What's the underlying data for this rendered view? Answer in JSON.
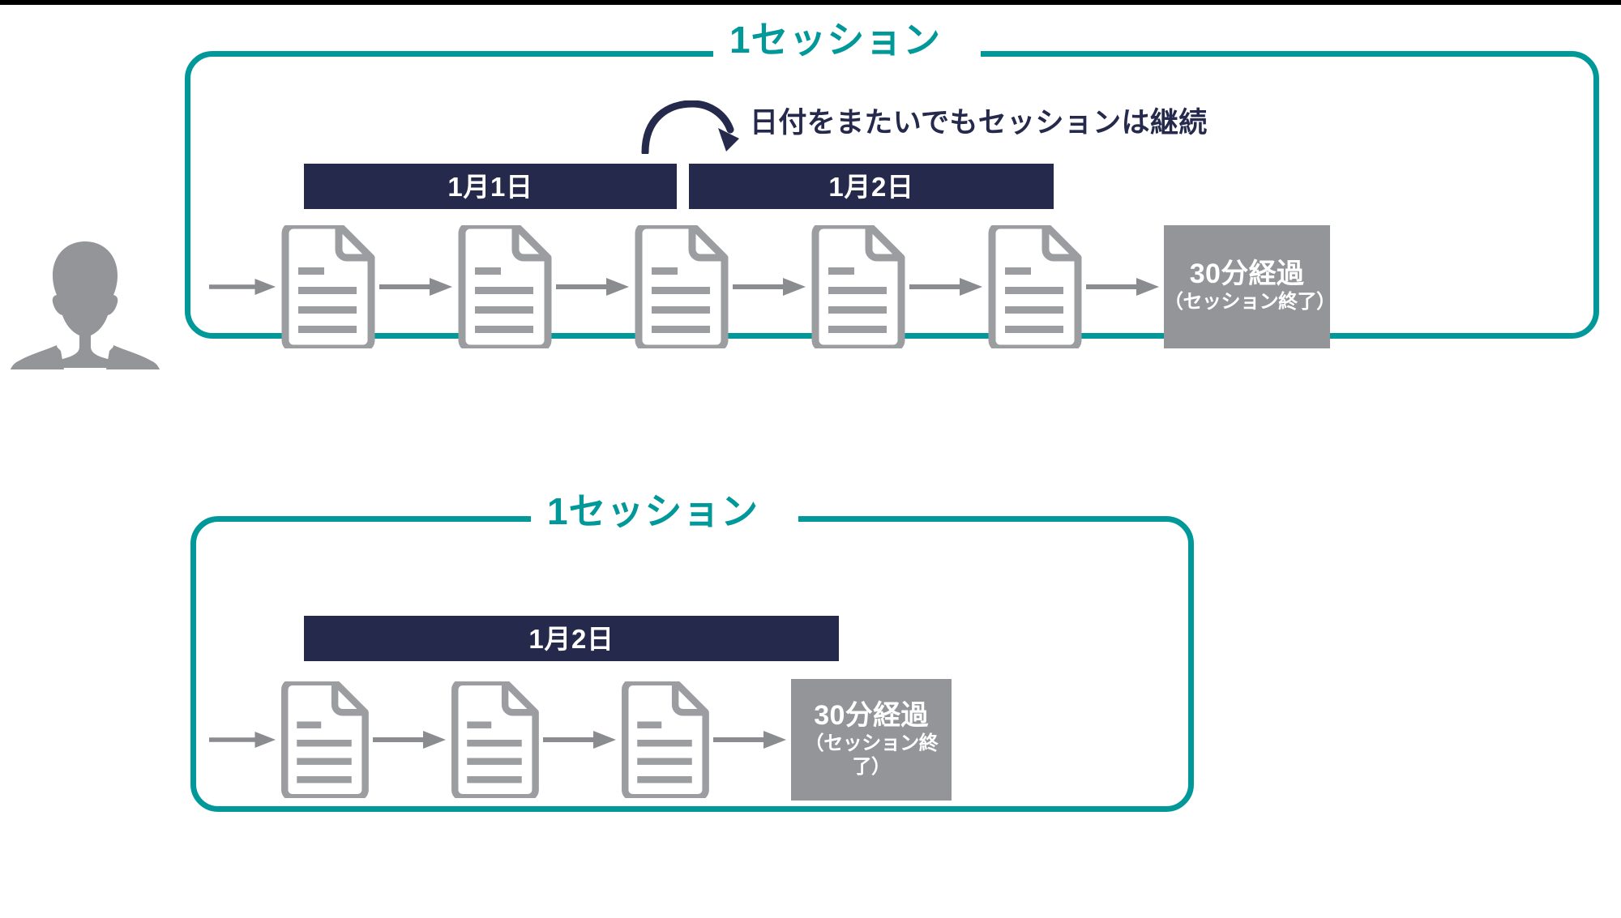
{
  "diagram": {
    "title_top": "1セッション",
    "title_bottom": "1セッション",
    "annotation": "日付をまたいでもセッションは継続",
    "colors": {
      "teal": "#009899",
      "navy": "#25294B",
      "gray": "#939598",
      "arrow_gray": "#8A8C8F",
      "white": "#FFFFFF",
      "black": "#000000"
    },
    "icons": {
      "person": "person-silhouette-icon",
      "document": "document-page-icon",
      "arrow": "right-arrow-icon",
      "curved_arrow": "curved-arrow-icon"
    }
  },
  "session_top": {
    "label": "1セッション",
    "date_bars": [
      {
        "label": "1月1日"
      },
      {
        "label": "1月2日"
      }
    ],
    "annotation": "日付をまたいでもセッションは継続",
    "page_count": 5,
    "end_box": {
      "main": "30分経過",
      "sub": "（セッション終了）"
    }
  },
  "session_bottom": {
    "label": "1セッション",
    "date_bars": [
      {
        "label": "1月2日"
      }
    ],
    "page_count": 3,
    "end_box": {
      "main": "30分経過",
      "sub": "（セッション終了）"
    }
  }
}
